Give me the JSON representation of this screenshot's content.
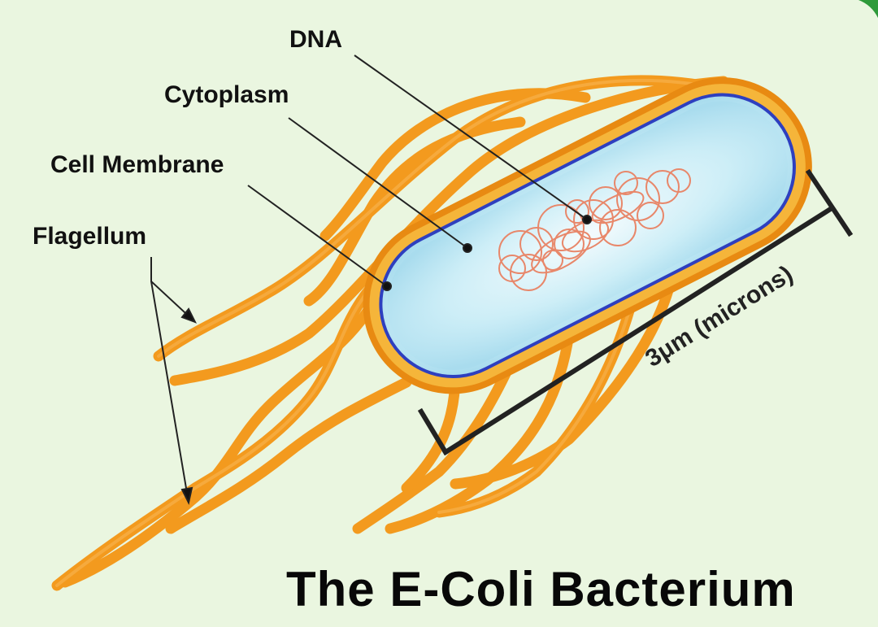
{
  "labels": {
    "dna": "DNA",
    "cytoplasm": "Cytoplasm",
    "cell_membrane": "Cell Membrane",
    "flagellum": "Flagellum"
  },
  "scale": {
    "text": "3μm (microns)"
  },
  "title": "The E-Coli Bacterium",
  "colors": {
    "background": "#eaf6e0",
    "flagella": "#f39a1e",
    "cell_wall": "#f5b53a",
    "membrane": "#2e3fbf",
    "cytoplasm": "#bfe6f3",
    "dna": "#e8876a",
    "corner_accent": "#2e9a3a"
  }
}
